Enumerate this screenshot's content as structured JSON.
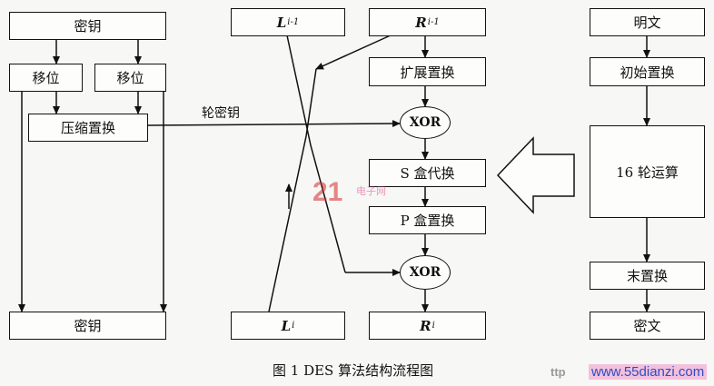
{
  "key_schedule": {
    "key_top": "密钥",
    "shift_left": "移位",
    "shift_right": "移位",
    "compress_permute": "压缩置换",
    "round_key": "轮密钥",
    "key_bottom": "密钥"
  },
  "round_function": {
    "l_prev": {
      "symbol": "L",
      "subscript": "i-1"
    },
    "r_prev": {
      "symbol": "R",
      "subscript": "i-1"
    },
    "expand_permute": "扩展置换",
    "xor_top": "XOR",
    "s_box": "S 盒代换",
    "p_box": "P 盒置换",
    "xor_bottom": "XOR",
    "l_next": {
      "symbol": "L",
      "subscript": "i"
    },
    "r_next": {
      "symbol": "R",
      "subscript": "i"
    }
  },
  "main_flow": {
    "plaintext": "明文",
    "initial_permute": "初始置换",
    "rounds": "16 轮运算",
    "final_permute": "末置换",
    "ciphertext": "密文"
  },
  "caption": "图 1 DES 算法结构流程图",
  "watermarks": {
    "center_logo": "21",
    "center_text": "电子网",
    "bottom_prefix": "ttp",
    "bottom_url": "www.55dianzi.com"
  },
  "colors": {
    "line": "#111111",
    "box_fill": "#fdfdfb",
    "watermark_red": "#d62a2a",
    "watermark_magenta": "#e0559a",
    "watermark_blue": "#2a4fc2"
  }
}
